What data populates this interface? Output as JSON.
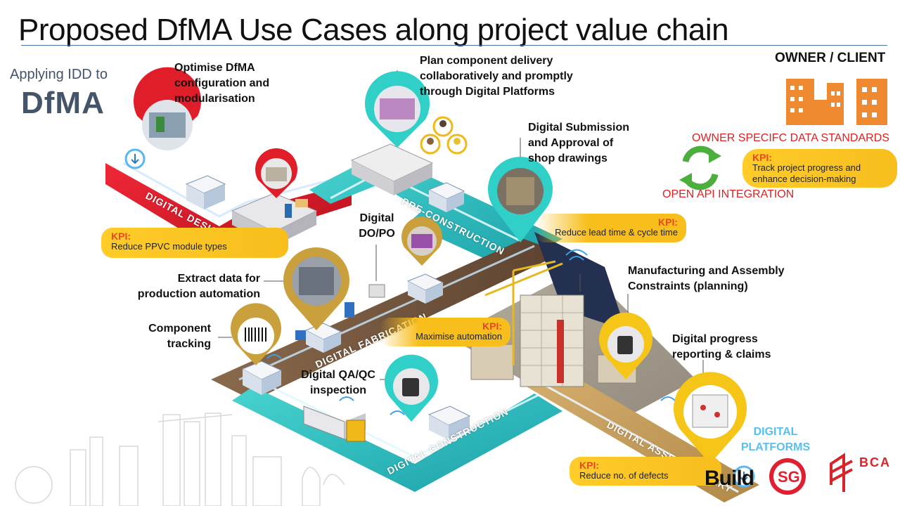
{
  "title": "Proposed DfMA Use Cases along project value chain",
  "applying": "Applying IDD to",
  "logo_text": "DfMA",
  "owner": {
    "heading": "OWNER / CLIENT",
    "data_standards": "OWNER SPECIFC DATA STANDARDS",
    "api": "OPEN API INTEGRATION",
    "kpi_label": "KPI:",
    "kpi_text": "Track project progress and enhance decision-making"
  },
  "use_cases": {
    "optimise": "Optimise DfMA configuration and modularisation",
    "plan_delivery": "Plan component delivery collaboratively and promptly through Digital Platforms",
    "submission": "Digital Submission and Approval of shop drawings",
    "do_po": "Digital DO/PO",
    "extract": "Extract data for production automation",
    "tracking": "Component tracking",
    "manufacturing": "Manufacturing and Assembly Constraints (planning)",
    "progress": "Digital progress reporting & claims",
    "qaqc": "Digital QA/QC inspection"
  },
  "kpis": {
    "label": "KPI:",
    "design": "Reduce PPVC module types",
    "preconstruction": "Reduce lead time & cycle time",
    "fabrication": "Maximise automation",
    "delivery": "Reduce no. of defects"
  },
  "stages": {
    "design": "DIGITAL DESIGN",
    "preconstruction": "PRE-CONSTRUCTION",
    "fabrication": "DIGITAL FABRICATION",
    "construction": "DIGITAL CONSTRUCTION",
    "asset": "DIGITAL ASSET DELIVERY"
  },
  "platforms_label": "DIGITAL PLATFORMS",
  "buildsg": {
    "build": "Build",
    "sg": "SG"
  },
  "bca": "BCA",
  "colors": {
    "design_road": "#e01e2a",
    "preconstruction_road": "#3cc8c8",
    "fabrication_road": "#7a5a3e",
    "construction_road": "#2cb8c0",
    "asset_road": "#c9a25a",
    "kpi_fill": "#f7be1c",
    "red_text": "#e02020",
    "pin_red": "#e01e2a",
    "pin_teal": "#30d0c8",
    "pin_gold": "#c9a03c",
    "pin_yellow": "#f5c518",
    "building_orange": "#f08a30"
  }
}
